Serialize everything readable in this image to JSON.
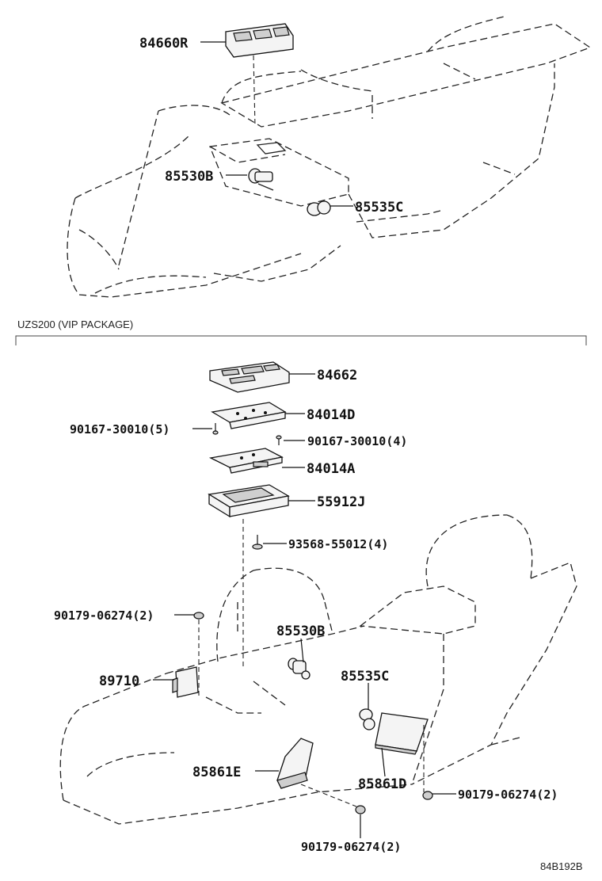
{
  "top_section": {
    "labels": {
      "p84660R": "84660R",
      "p85530B": "85530B",
      "p85535C": "85535C"
    }
  },
  "section_header": "UZS200 (VIP PACKAGE)",
  "bottom_section": {
    "labels": {
      "p84662": "84662",
      "p84014D": "84014D",
      "p90167_5": "90167-30010(5)",
      "p90167_4": "90167-30010(4)",
      "p84014A": "84014A",
      "p55912J": "55912J",
      "p93568": "93568-55012(4)",
      "p90179_left": "90179-06274(2)",
      "p85530B": "85530B",
      "p89710": "89710",
      "p85535C": "85535C",
      "p85861E": "85861E",
      "p85861D": "85861D",
      "p90179_right": "90179-06274(2)",
      "p90179_bottom": "90179-06274(2)"
    }
  },
  "drawing_code": "84B192B"
}
